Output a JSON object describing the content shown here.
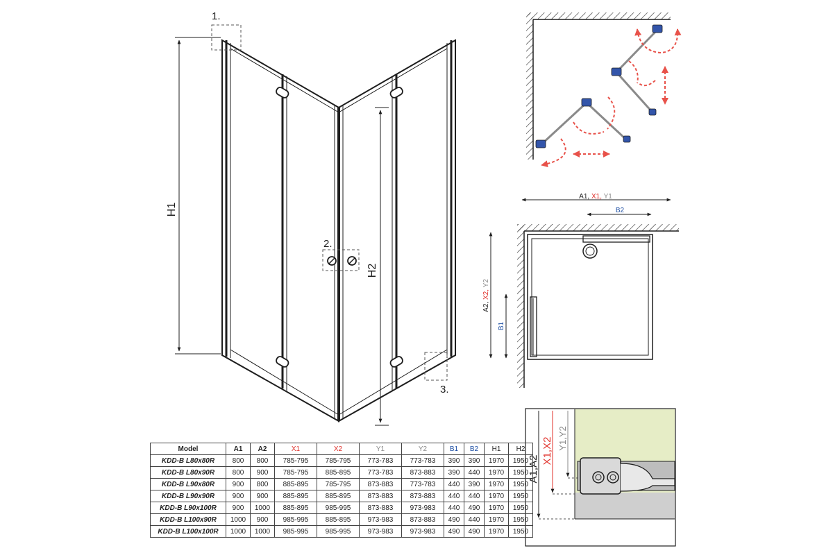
{
  "colors": {
    "line": "#1e1e1e",
    "red": "#e0302a",
    "blue": "#1d4ea3",
    "gray": "#8a8a8a",
    "hinge_blue": "#3355aa",
    "arrow_red": "#e8524a",
    "detail_green": "#e6edc6",
    "detail_gray": "#cfcfcf"
  },
  "front_view": {
    "callouts": {
      "c1": "1.",
      "c2": "2.",
      "c3": "3."
    },
    "dims": {
      "h1": "H1",
      "h2": "H2"
    }
  },
  "plan_view": {
    "top_label": {
      "a1": "A1, ",
      "x1": "X1, ",
      "y1": "Y1"
    },
    "b2": "B2",
    "side_label": {
      "a2": "A2, ",
      "x2": "X2, ",
      "y2": "Y2"
    },
    "b1": "B1"
  },
  "detail_view": {
    "a_label": "A1,A2",
    "x_label": "X1,X2",
    "y_label": "Y1,Y2"
  },
  "table": {
    "headers": [
      "Model",
      "A1",
      "A2",
      "X1",
      "X2",
      "Y1",
      "Y2",
      "B1",
      "B2",
      "H1",
      "H2"
    ],
    "rows": [
      [
        "KDD-B L80x80R",
        "800",
        "800",
        "785-795",
        "785-795",
        "773-783",
        "773-783",
        "390",
        "390",
        "1970",
        "1950"
      ],
      [
        "KDD-B L80x90R",
        "800",
        "900",
        "785-795",
        "885-895",
        "773-783",
        "873-883",
        "390",
        "440",
        "1970",
        "1950"
      ],
      [
        "KDD-B L90x80R",
        "900",
        "800",
        "885-895",
        "785-795",
        "873-883",
        "773-783",
        "440",
        "390",
        "1970",
        "1950"
      ],
      [
        "KDD-B L90x90R",
        "900",
        "900",
        "885-895",
        "885-895",
        "873-883",
        "873-883",
        "440",
        "440",
        "1970",
        "1950"
      ],
      [
        "KDD-B L90x100R",
        "900",
        "1000",
        "885-895",
        "985-995",
        "873-883",
        "973-983",
        "440",
        "490",
        "1970",
        "1950"
      ],
      [
        "KDD-B L100x90R",
        "1000",
        "900",
        "985-995",
        "885-895",
        "973-983",
        "873-883",
        "490",
        "440",
        "1970",
        "1950"
      ],
      [
        "KDD-B L100x100R",
        "1000",
        "1000",
        "985-995",
        "985-995",
        "973-983",
        "973-983",
        "490",
        "490",
        "1970",
        "1950"
      ]
    ]
  }
}
